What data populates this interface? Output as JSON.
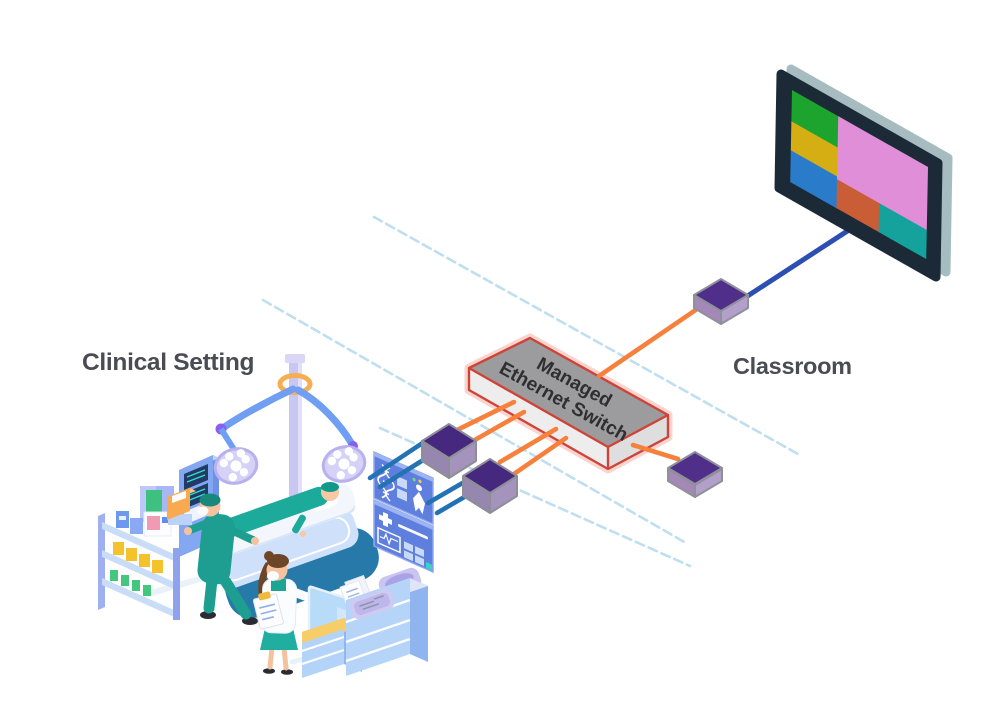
{
  "labels": {
    "clinical_setting": "Clinical Setting",
    "classroom": "Classroom"
  },
  "switch": {
    "label_line1": "Managed",
    "label_line2": "Ethernet Switch"
  },
  "colors": {
    "connection_orange": "#f5813c",
    "connection_blue": "#2272b4",
    "connection_indigo": "#2b50b2",
    "dashed_guide_blue": "#bfdff1",
    "switch_top": "#9c9c9e",
    "switch_side": "#ededee",
    "switch_outline_red": "#cf4338",
    "node_purple_top": "#46287e",
    "node_purple_side": "#a493bd",
    "display_pink": "#e08ed8",
    "display_green": "#1ca42e",
    "display_yellow": "#d4ae12",
    "display_blue": "#2a7cca",
    "display_orange": "#c95d35",
    "display_teal": "#15a29c"
  },
  "nodes": [
    {
      "id": "clinical-setting",
      "label": "Clinical Setting",
      "type": "site-operating-room"
    },
    {
      "id": "encoder-1",
      "type": "av-over-ip-encoder"
    },
    {
      "id": "encoder-2",
      "type": "av-over-ip-encoder"
    },
    {
      "id": "managed-ethernet-switch",
      "label": "Managed Ethernet Switch",
      "type": "network-switch"
    },
    {
      "id": "decoder-classroom",
      "type": "av-over-ip-decoder"
    },
    {
      "id": "decoder-2",
      "type": "av-over-ip-decoder"
    },
    {
      "id": "classroom-display",
      "label": "Classroom",
      "type": "multiview-display"
    }
  ],
  "edges": [
    {
      "from": "clinical-displays",
      "to": "encoder-1",
      "color": "blue",
      "count": 2
    },
    {
      "from": "clinical-displays",
      "to": "encoder-2",
      "color": "blue",
      "count": 2
    },
    {
      "from": "encoder-1",
      "to": "managed-ethernet-switch",
      "color": "orange",
      "count": 2
    },
    {
      "from": "encoder-2",
      "to": "managed-ethernet-switch",
      "color": "orange",
      "count": 2
    },
    {
      "from": "managed-ethernet-switch",
      "to": "decoder-classroom",
      "color": "orange",
      "count": 1
    },
    {
      "from": "managed-ethernet-switch",
      "to": "decoder-2",
      "color": "orange",
      "count": 1
    },
    {
      "from": "decoder-classroom",
      "to": "classroom-display",
      "color": "indigo",
      "count": 1
    }
  ]
}
